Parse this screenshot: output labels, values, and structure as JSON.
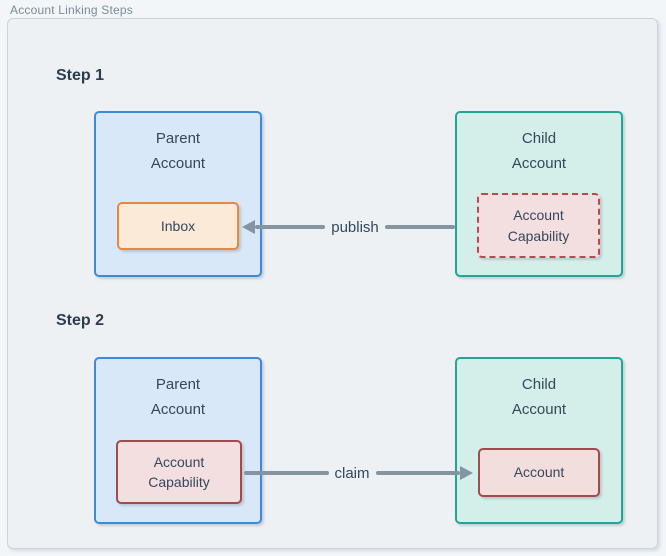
{
  "title": "Account Linking Steps",
  "colors": {
    "page_bg": "#f3f6f8",
    "panel_bg": "#edf1f4",
    "panel_border": "#c9d5dd",
    "title_text": "#7b8b99",
    "step_text": "#2e3b4e",
    "box_text": "#36465c",
    "parent_fill": "#d8e8f8",
    "parent_border": "#3d8bd8",
    "child_fill": "#d4efe9",
    "child_border": "#1fa795",
    "inbox_fill": "#fcead8",
    "inbox_border": "#e8883f",
    "cap_fill": "#f3dfdf",
    "cap_dashed_border": "#b8494e",
    "cap_solid_border": "#a34a4f",
    "account_fill": "#f3dede",
    "account_border": "#a34a4f",
    "arrow": "#8494a3"
  },
  "steps": [
    {
      "label": "Step 1",
      "parent": {
        "title": "Parent\nAccount",
        "node": "Inbox"
      },
      "child": {
        "title": "Child\nAccount",
        "node": "Account\nCapability"
      },
      "edge": {
        "label": "publish",
        "direction": "left",
        "from": "Child Account",
        "to": "Inbox"
      }
    },
    {
      "label": "Step 2",
      "parent": {
        "title": "Parent\nAccount",
        "node": "Account\nCapability"
      },
      "child": {
        "title": "Child\nAccount",
        "node": "Account"
      },
      "edge": {
        "label": "claim",
        "direction": "right",
        "from": "Account Capability",
        "to": "Account"
      }
    }
  ]
}
